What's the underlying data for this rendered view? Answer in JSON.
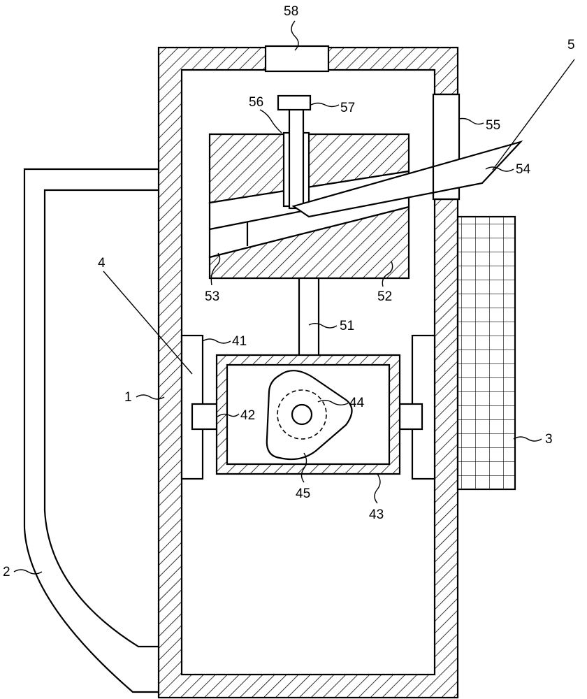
{
  "labels": {
    "l58": "58",
    "l5": "5",
    "l56": "56",
    "l57": "57",
    "l55": "55",
    "l54": "54",
    "l53": "53",
    "l52": "52",
    "l51": "51",
    "l4": "4",
    "l41": "41",
    "l1": "1",
    "l42": "42",
    "l44": "44",
    "l3": "3",
    "l45": "45",
    "l43": "43",
    "l2": "2"
  }
}
